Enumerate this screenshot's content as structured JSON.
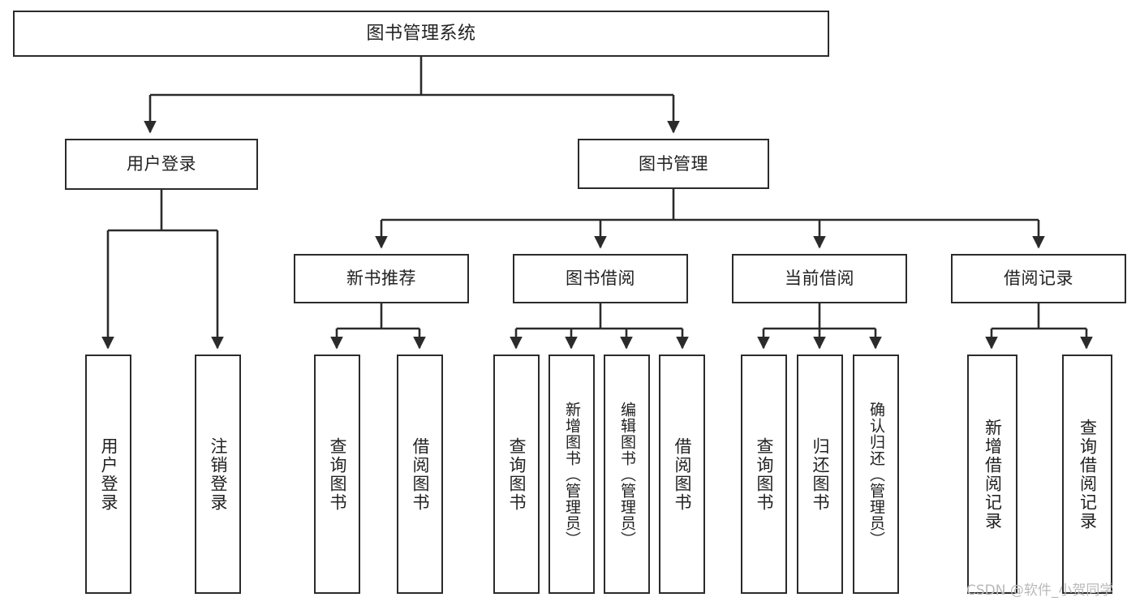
{
  "diagram": {
    "title": "图书管理系统",
    "type": "tree",
    "colors": {
      "box_border": "#2b2b2b",
      "box_fill": "#ffffff",
      "edge": "#2b2b2b",
      "text": "#222222",
      "watermark": "#b9b9b9",
      "background": "#ffffff"
    },
    "root": {
      "label": "图书管理系统"
    },
    "level2": [
      {
        "label": "用户登录"
      },
      {
        "label": "图书管理"
      }
    ],
    "level3": [
      {
        "label": "新书推荐"
      },
      {
        "label": "图书借阅"
      },
      {
        "label": "当前借阅"
      },
      {
        "label": "借阅记录"
      }
    ],
    "leaves": {
      "user_login": [
        {
          "label": "用户登录"
        },
        {
          "label": "注销登录"
        }
      ],
      "new_book_recommend": [
        {
          "label": "查询图书"
        },
        {
          "label": "借阅图书"
        }
      ],
      "book_borrow": [
        {
          "label": "查询图书"
        },
        {
          "label": "新增图书（管理员）"
        },
        {
          "label": "编辑图书（管理员）"
        },
        {
          "label": "借阅图书"
        }
      ],
      "current_borrow": [
        {
          "label": "查询图书"
        },
        {
          "label": "归还图书"
        },
        {
          "label": "确认归还（管理员）"
        }
      ],
      "borrow_record": [
        {
          "label": "新增借阅记录"
        },
        {
          "label": "查询借阅记录"
        }
      ]
    },
    "watermark": "CSDN @软件_小贺同学"
  }
}
